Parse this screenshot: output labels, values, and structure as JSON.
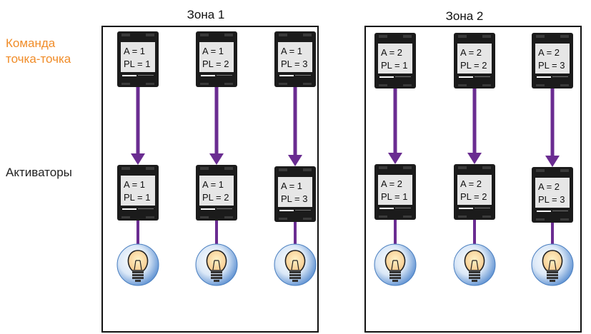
{
  "labels": {
    "command": [
      "Команда",
      "точка-точка"
    ],
    "actuators": "Активаторы"
  },
  "zones": [
    {
      "title": "Зона 1",
      "commands": [
        {
          "a": "A = 1",
          "pl": "PL = 1"
        },
        {
          "a": "A = 1",
          "pl": "PL = 2"
        },
        {
          "a": "A = 1",
          "pl": "PL = 3"
        }
      ],
      "actuators": [
        {
          "a": "A = 1",
          "pl": "PL = 1"
        },
        {
          "a": "A = 1",
          "pl": "PL = 2"
        },
        {
          "a": "A = 1",
          "pl": "PL = 3"
        }
      ]
    },
    {
      "title": "Зона 2",
      "commands": [
        {
          "a": "A = 2",
          "pl": "PL = 1"
        },
        {
          "a": "A = 2",
          "pl": "PL = 2"
        },
        {
          "a": "A = 2",
          "pl": "PL = 3"
        }
      ],
      "actuators": [
        {
          "a": "A = 2",
          "pl": "PL = 1"
        },
        {
          "a": "A = 2",
          "pl": "PL = 2"
        },
        {
          "a": "A = 2",
          "pl": "PL = 3"
        }
      ]
    }
  ],
  "colors": {
    "arrow": "#6a2c91",
    "device": "#1b1b1b",
    "screen": "#e6e6e6",
    "accent": "#f08c28",
    "bulb_glow": "#5b8fd1"
  }
}
